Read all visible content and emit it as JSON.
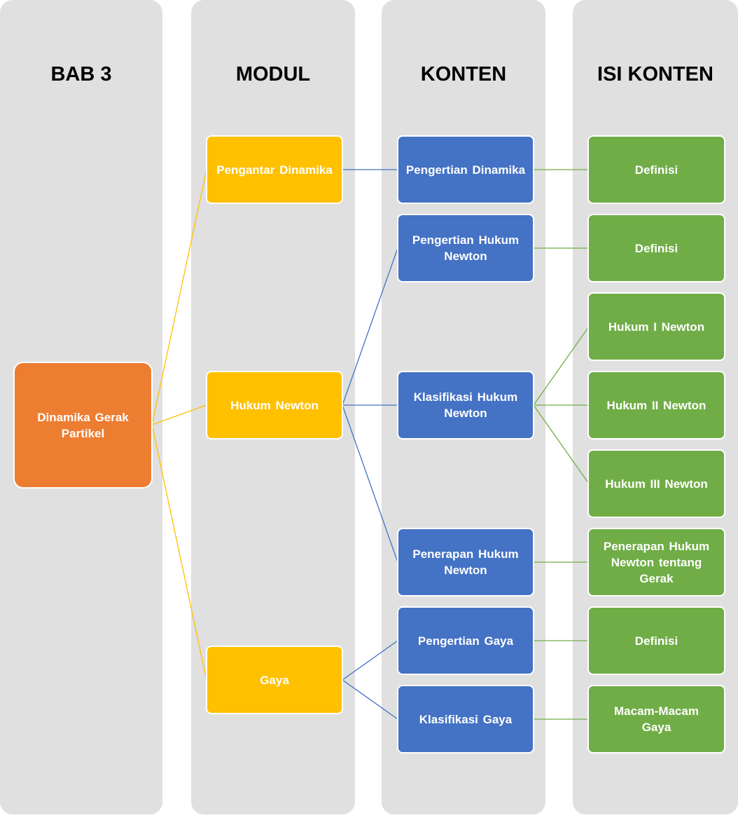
{
  "columns": {
    "bab": "BAB 3",
    "modul": "MODUL",
    "konten": "KONTEN",
    "isi_konten": "ISI KONTEN"
  },
  "root": {
    "label": "Dinamika Gerak Partikel"
  },
  "modules": [
    {
      "label": "Pengantar Dinamika"
    },
    {
      "label": "Hukum Newton"
    },
    {
      "label": "Gaya"
    }
  ],
  "contents": [
    {
      "label": "Pengertian Dinamika",
      "module": 0
    },
    {
      "label": "Pengertian Hukum Newton",
      "module": 1
    },
    {
      "label": "Klasifikasi Hukum Newton",
      "module": 1
    },
    {
      "label": "Penerapan Hukum Newton",
      "module": 1
    },
    {
      "label": "Pengertian Gaya",
      "module": 2
    },
    {
      "label": "Klasifikasi Gaya",
      "module": 2
    }
  ],
  "isi": [
    {
      "label": "Definisi",
      "content": 0
    },
    {
      "label": "Definisi",
      "content": 1
    },
    {
      "label": "Hukum I Newton",
      "content": 2
    },
    {
      "label": "Hukum II Newton",
      "content": 2
    },
    {
      "label": "Hukum III Newton",
      "content": 2
    },
    {
      "label": "Penerapan Hukum Newton tentang Gerak",
      "content": 3
    },
    {
      "label": "Definisi",
      "content": 4
    },
    {
      "label": "Macam-Macam Gaya",
      "content": 5
    }
  ],
  "colors": {
    "column_bg": "#e0e0e0",
    "root": "#ed7d31",
    "modul": "#ffc000",
    "konten": "#4472c4",
    "isi": "#70ad47",
    "line_root_modul": "#ffc000",
    "line_modul_konten": "#4472c4",
    "line_konten_isi": "#70ad47"
  }
}
